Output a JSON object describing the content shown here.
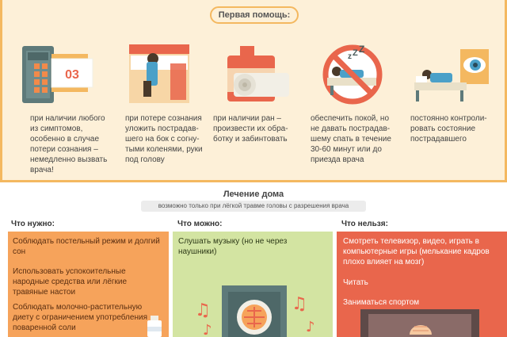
{
  "first_aid": {
    "title": "Первая помощь:",
    "phone_display": "03",
    "steps": [
      {
        "icon": "phone-icon",
        "text": "при наличии любого из симптомов, особенно в случае потери сознания – немедленно вызвать врача!"
      },
      {
        "icon": "bed-icon",
        "text": "при потере сознания уложить пострадав-шего на бок с согну-тыми коленями, руки под голову"
      },
      {
        "icon": "bandage-icon",
        "text": "при наличии ран – произвести их обра-ботку и забинтовать"
      },
      {
        "icon": "no-sleep-icon",
        "text": "обеспечить покой, но не давать пострадав-шему спать в течение 30-60 минут или до приезда врача"
      },
      {
        "icon": "eye-watch-icon",
        "text": "постоянно контроли-ровать состояние пострадавшего"
      }
    ]
  },
  "home": {
    "title": "Лечение дома",
    "subtitle": "возможно только при лёгкой травме головы с разрешения врача",
    "need": {
      "heading": "Что нужно:",
      "items": [
        "Соблюдать постельный режим и долгий сон",
        "Использовать успокоительные народные средства или лёгкие травяные настои",
        "Соблюдать молочно-растительную диету с ограничением употребления поваренной соли"
      ]
    },
    "can": {
      "heading": "Что можно:",
      "items": [
        "Слушать музыку (но не через наушники)"
      ]
    },
    "cant": {
      "heading": "Что нельзя:",
      "items": [
        "Смотреть телевизор, видео, играть в компьютерные игры (мелькание кадров плохо влияет на мозг)",
        "Читать",
        "Заниматься спортом"
      ]
    }
  },
  "colors": {
    "panel_bg": "#fdf0d8",
    "panel_border": "#f4b860",
    "need": "#f6a35b",
    "can": "#d3e4a2",
    "cant": "#e9664c"
  }
}
